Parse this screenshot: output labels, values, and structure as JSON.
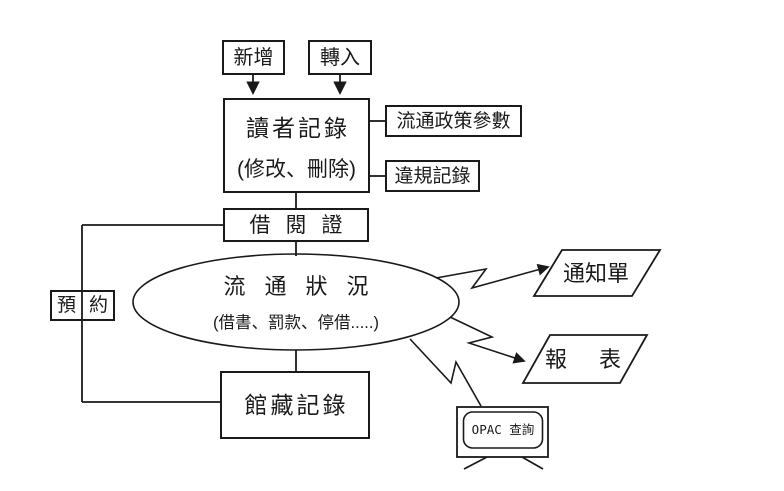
{
  "diagram": {
    "boxes": {
      "add": {
        "label": "新增"
      },
      "transfer_in": {
        "label": "轉入"
      },
      "reader_record": {
        "line1": "讀者記錄",
        "line2": "(修改、刪除)"
      },
      "circulation_policy_params": {
        "label": "流通政策參數"
      },
      "violation_record": {
        "label": "違規記錄"
      },
      "library_card": {
        "label": "借閱證"
      },
      "reservation": {
        "label": "預約"
      },
      "circulation_status": {
        "line1": "流通狀況",
        "line2": "(借書、罰款、停借.....)"
      },
      "collection_record": {
        "label": "館藏記錄"
      },
      "notice": {
        "label": "通知單"
      },
      "report": {
        "label": "報表"
      },
      "opac_query": {
        "label": "OPAC 查詢"
      }
    },
    "colors": {
      "stroke": "#1a1a1a",
      "background": "#ffffff"
    }
  }
}
